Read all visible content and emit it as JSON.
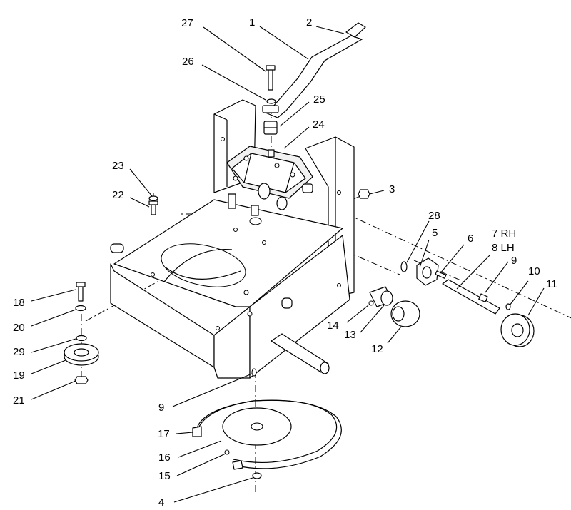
{
  "callouts": [
    {
      "id": "27",
      "text": "27"
    },
    {
      "id": "1",
      "text": "1"
    },
    {
      "id": "2",
      "text": "2"
    },
    {
      "id": "26",
      "text": "26"
    },
    {
      "id": "25",
      "text": "25"
    },
    {
      "id": "24",
      "text": "24"
    },
    {
      "id": "23",
      "text": "23"
    },
    {
      "id": "22",
      "text": "22"
    },
    {
      "id": "3",
      "text": "3"
    },
    {
      "id": "28",
      "text": "28"
    },
    {
      "id": "5",
      "text": "5"
    },
    {
      "id": "6",
      "text": "6"
    },
    {
      "id": "7rh",
      "text": "7 RH"
    },
    {
      "id": "8lh",
      "text": "8 LH"
    },
    {
      "id": "9a",
      "text": "9"
    },
    {
      "id": "10",
      "text": "10"
    },
    {
      "id": "11",
      "text": "11"
    },
    {
      "id": "18",
      "text": "18"
    },
    {
      "id": "20",
      "text": "20"
    },
    {
      "id": "14",
      "text": "14"
    },
    {
      "id": "13",
      "text": "13"
    },
    {
      "id": "12",
      "text": "12"
    },
    {
      "id": "29",
      "text": "29"
    },
    {
      "id": "19",
      "text": "19"
    },
    {
      "id": "21",
      "text": "21"
    },
    {
      "id": "9b",
      "text": "9"
    },
    {
      "id": "17",
      "text": "17"
    },
    {
      "id": "16",
      "text": "16"
    },
    {
      "id": "15",
      "text": "15"
    },
    {
      "id": "4",
      "text": "4"
    }
  ]
}
